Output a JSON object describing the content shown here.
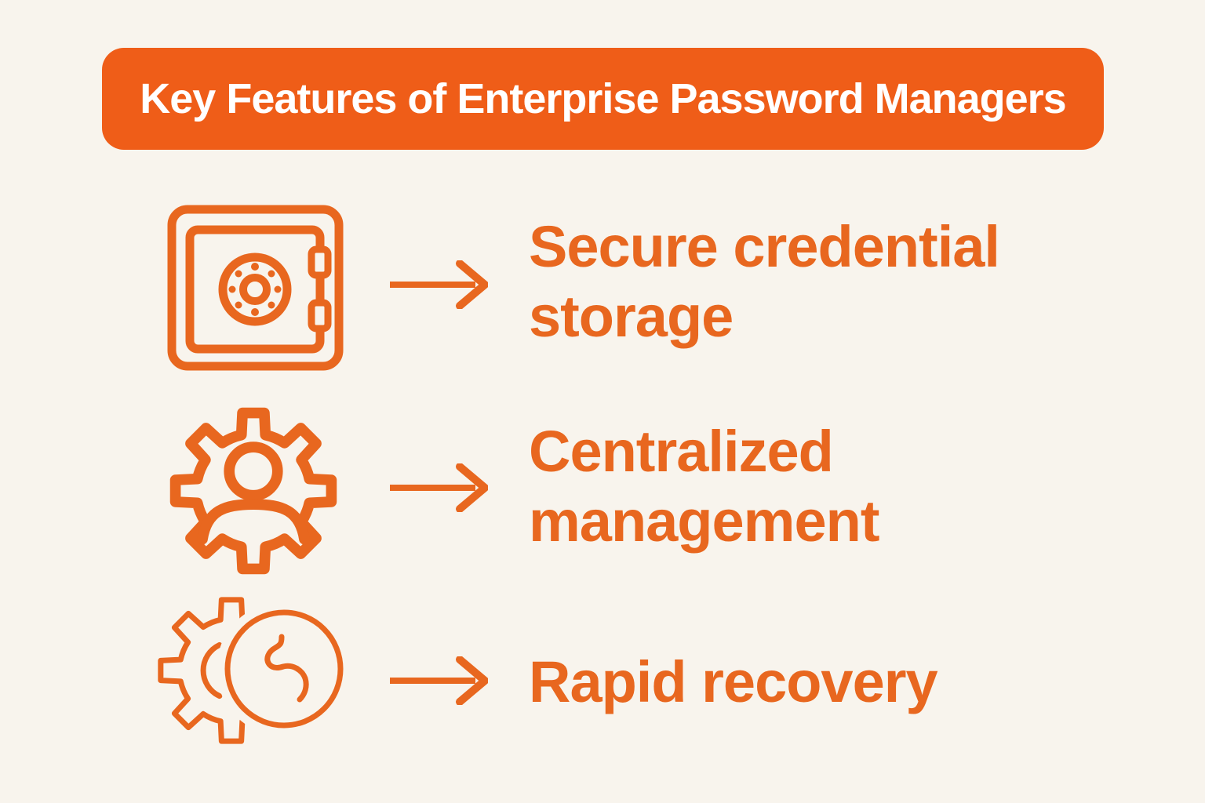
{
  "colors": {
    "background": "#F8F4ED",
    "banner": "#EF5D18",
    "accent": "#E8671F",
    "banner_text": "#FFFFFF"
  },
  "header": {
    "title": "Key Features of Enterprise Password Managers"
  },
  "features": [
    {
      "icon": "safe-vault-icon",
      "label": "Secure credential storage",
      "lines": [
        "Secure credential",
        "storage"
      ]
    },
    {
      "icon": "gear-user-icon",
      "label": "Centralized management",
      "lines": [
        "Centralized",
        "management"
      ]
    },
    {
      "icon": "gear-clock-recovery-icon",
      "label": "Rapid recovery",
      "lines": [
        "Rapid recovery"
      ]
    }
  ],
  "arrow": {
    "icon": "right-arrow-icon"
  }
}
